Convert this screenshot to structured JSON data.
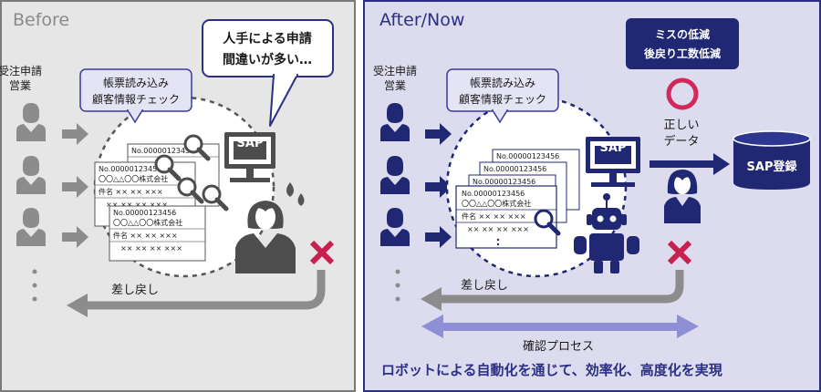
{
  "before": {
    "title": "Before",
    "sender_label_line1": "受注申請",
    "sender_label_line2": "営業",
    "process_bubble_line1": "帳票読み込み",
    "process_bubble_line2": "顧客情報チェック",
    "complaint_line1": "人手による申請",
    "complaint_line2": "間違いが多い…",
    "sap_label": "SAP",
    "return_label": "差し戻し",
    "doc_number": "No.00000123456",
    "doc_company": "〇〇△△〇〇株式会社",
    "doc_subject": "件名 ×× ×× ×××",
    "doc_xrow": "×× ×× ×× ×××"
  },
  "after": {
    "title": "After/Now",
    "sender_label_line1": "受注申請",
    "sender_label_line2": "営業",
    "process_bubble_line1": "帳票読み込み",
    "process_bubble_line2": "顧客情報チェック",
    "benefit_line1": "ミスの低減",
    "benefit_line2": "後戻り工数低減",
    "correct_data_line1": "正しい",
    "correct_data_line2": "データ",
    "sap_label": "SAP",
    "sap_register": "SAP登録",
    "return_label": "差し戻し",
    "confirm_label": "確認プロセス",
    "conclusion": "ロボットによる自動化を通じて、効率化、高度化を実現",
    "doc_number": "No.00000123456",
    "doc_company": "〇〇△△〇〇株式会社",
    "doc_subject": "件名 ×× ×× ×××",
    "doc_xrow": "×× ×× ×× ×××"
  },
  "colors": {
    "before_bg": "#e6e6e6",
    "after_bg": "#dcdcee",
    "navy": "#202873",
    "gray_icon": "#8c8c8c",
    "dark_gray": "#4d4d4d",
    "red_x": "#c8214f",
    "lavender": "#8f8fd6",
    "circle_ring": "#d2295a",
    "bubble_fill": "#e4e4f5",
    "bubble_stroke": "#3a3aa0"
  }
}
